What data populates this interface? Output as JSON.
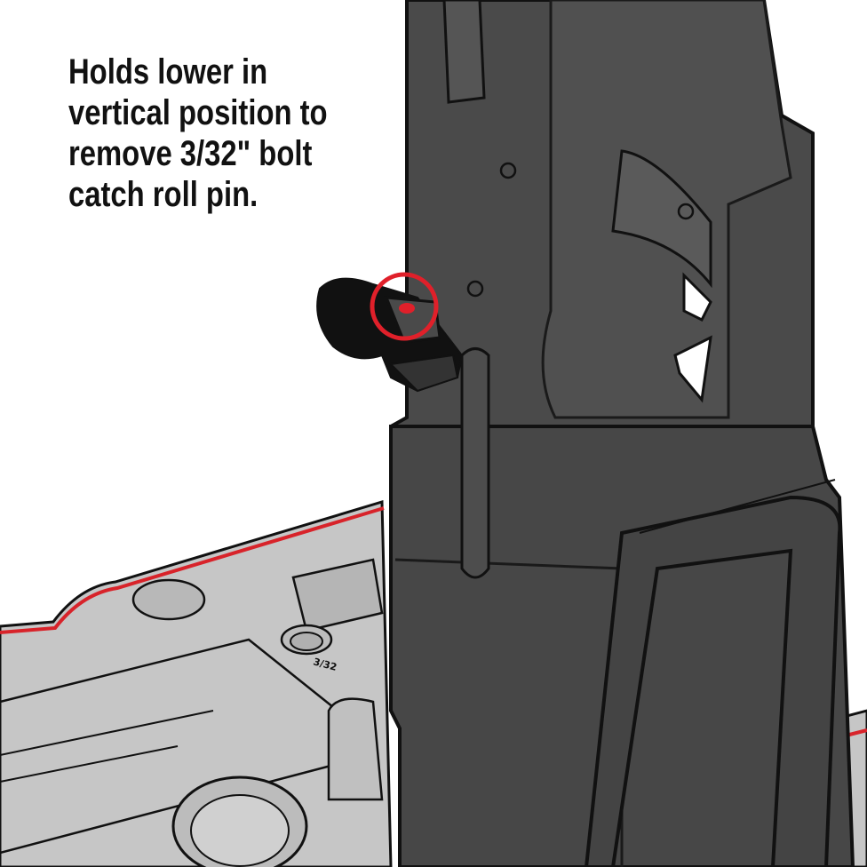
{
  "caption": {
    "lines": [
      "Holds lower in",
      "vertical position to",
      "remove 3/32\" bolt",
      "catch roll pin."
    ]
  },
  "tray": {
    "hole_label": "3/32"
  },
  "colors": {
    "highlight": "#e0202a",
    "lower_receiver": "#4a4a4a",
    "tray": "#c6c6c6",
    "tray_edge": "#d8232a",
    "outline": "#111111"
  },
  "icons": {
    "highlight_marker": "red-circle"
  }
}
